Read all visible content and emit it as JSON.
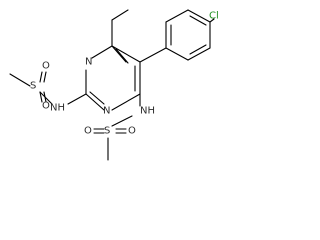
{
  "molecule": {
    "atoms": {
      "cl": "Cl",
      "n_ring_top": "N",
      "n_ring_bottom": "N",
      "nh_left": "NH",
      "nh_right": "NH",
      "s_left": "S",
      "s_right": "S",
      "o_left_top": "O",
      "o_left_bottom": "O",
      "o_right_left": "O",
      "o_right_right": "O"
    },
    "colors": {
      "bond": "#000000",
      "heteroatom": "#2c2c2c",
      "chlorine": "#1f8f1f"
    }
  }
}
